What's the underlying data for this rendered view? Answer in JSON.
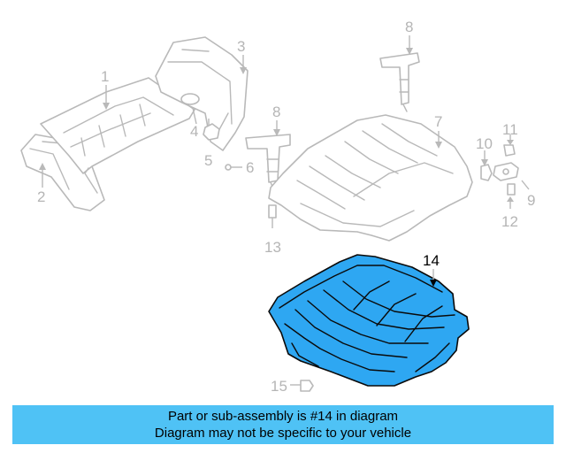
{
  "diagram": {
    "callouts": [
      "1",
      "2",
      "3",
      "4",
      "5",
      "6",
      "7",
      "8",
      "8",
      "9",
      "10",
      "11",
      "12",
      "13",
      "14",
      "15"
    ],
    "highlight_part": "14",
    "highlight_color": "#2ea7f2",
    "ghost_color": "#b9b9b9"
  },
  "banner": {
    "line1": "Part or sub-assembly is #14 in diagram",
    "line2": "Diagram may not be specific to your vehicle",
    "background": "#4fc2f5"
  }
}
